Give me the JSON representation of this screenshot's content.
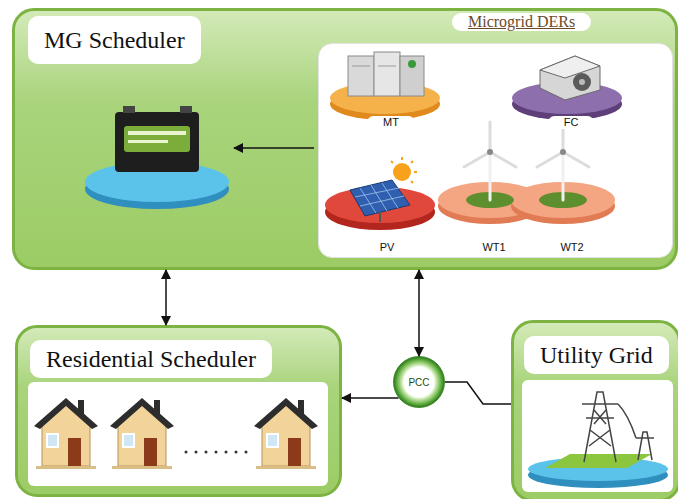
{
  "diagram": {
    "nodes": [
      {
        "text": [
          "MG Scheduler"
        ]
      },
      {
        "text": [
          "Microgrid DERs"
        ],
        "in": 0
      },
      {
        "text": [
          "MT"
        ],
        "in": 1
      },
      {
        "text": [
          "FC"
        ],
        "in": 1
      },
      {
        "text": [
          "PV"
        ],
        "in": 1
      },
      {
        "text": [
          "WT1"
        ],
        "in": 1
      },
      {
        "text": [
          "WT2"
        ],
        "in": 1
      },
      {
        "text": [
          "Residential Scheduler"
        ]
      },
      {
        "text": [
          "Utility Grid"
        ]
      },
      {
        "text": [
          "PCC"
        ]
      }
    ],
    "edges": [
      {
        "from": 0,
        "to": 7,
        "arrow": "both"
      },
      {
        "from": 0,
        "to": 9,
        "arrow": "both"
      },
      {
        "from": 9,
        "to": 7,
        "arrow": "to"
      },
      {
        "from": 9,
        "to": 8,
        "arrow": "none"
      }
    ]
  }
}
